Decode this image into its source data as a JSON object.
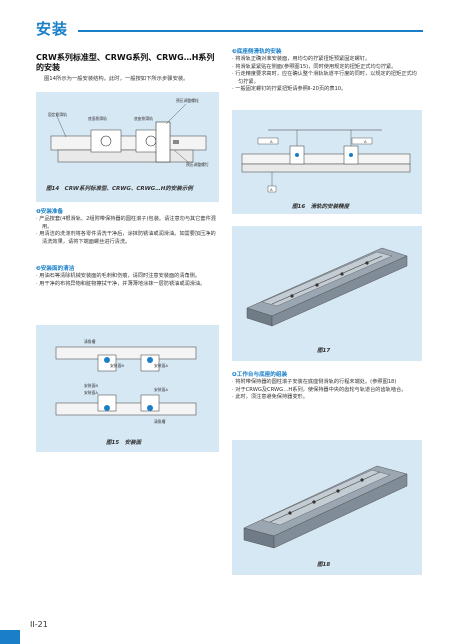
{
  "page": {
    "title": "安装",
    "page_number": "II-21"
  },
  "left": {
    "heading": "CRW系列标准型、CRWG系列、CRWG…H系列的安装",
    "intro": "图14所示为一般安装结构。此时，一般按如下所示步骤安装。",
    "fig14": {
      "caption": "图14　CRW系列标准型、CRWG、CRWG…H的安装示例",
      "labels": [
        "固定侧滑轨",
        "底面侧滑轨",
        "底座侧滑轨",
        "预压调整螺栓",
        "预压调整螺钉"
      ]
    },
    "sec1": {
      "title": "❶安装准备",
      "items": [
        "· 产品按套(4根滑轨、2组附带保持器的圆柱滚子)包装。请注意勿与其它套件混用。",
        "· 用清洁的洗涤剂将各零件清洗干净后，涂抹防锈油或润滑油。如需要加压净的清洗效果，请将下端面螺丝进行清洗。"
      ]
    },
    "sec2": {
      "title": "❷安装面的清洁",
      "items": [
        "· 用油石等清除机械安装面的毛刺和伤痕，请同时注意安装面的清角侧。",
        "· 用干净的布将异物和脏物擦拭干净，并薄薄地涂抹一层防锈油或润滑油。"
      ]
    },
    "fig15": {
      "caption": "图15　安装面",
      "labels": [
        "清角槽",
        "安装面B",
        "安装面A",
        "安装面B",
        "安装面A",
        "安装面A",
        "清角槽"
      ]
    }
  },
  "right": {
    "sec3": {
      "title": "❸底座侧滑轨的安装",
      "items": [
        "· 将滑轨正确对准安装面，用均匀的拧紧扭矩预紧固定螺钉。",
        "· 将滑轨紧紧贴在侧面(参照图15)，同时使用规定的扭矩正式均匀拧紧。",
        "· 行走精度要求高时，应在确认整个滑轨轨道平行度的同时，以规定的扭矩正式均匀拧紧。",
        "· 一般固定螺钉的拧紧扭矩请参照Ⅱ-20页的表10。"
      ]
    },
    "fig16": {
      "caption": "图16　滑轨的安装精度",
      "labels": [
        "A",
        "A",
        "A"
      ]
    },
    "fig17": {
      "caption": "图17"
    },
    "sec4": {
      "title": "❹工作台与底座的组装",
      "items": [
        "· 将附带保持器的圆柱滚子安装在底座侧滑轨的行程末端处。(参照图18)",
        "· 对于CRWG及CRWG…H系列，使保持器中央的齿轮与轨道台的齿轨啮合。",
        "· 此时，须注意避免保持器变形。"
      ]
    },
    "fig18": {
      "caption": "图18"
    }
  },
  "colors": {
    "accent": "#1a7fc8",
    "panel": "#d7e8f5"
  }
}
